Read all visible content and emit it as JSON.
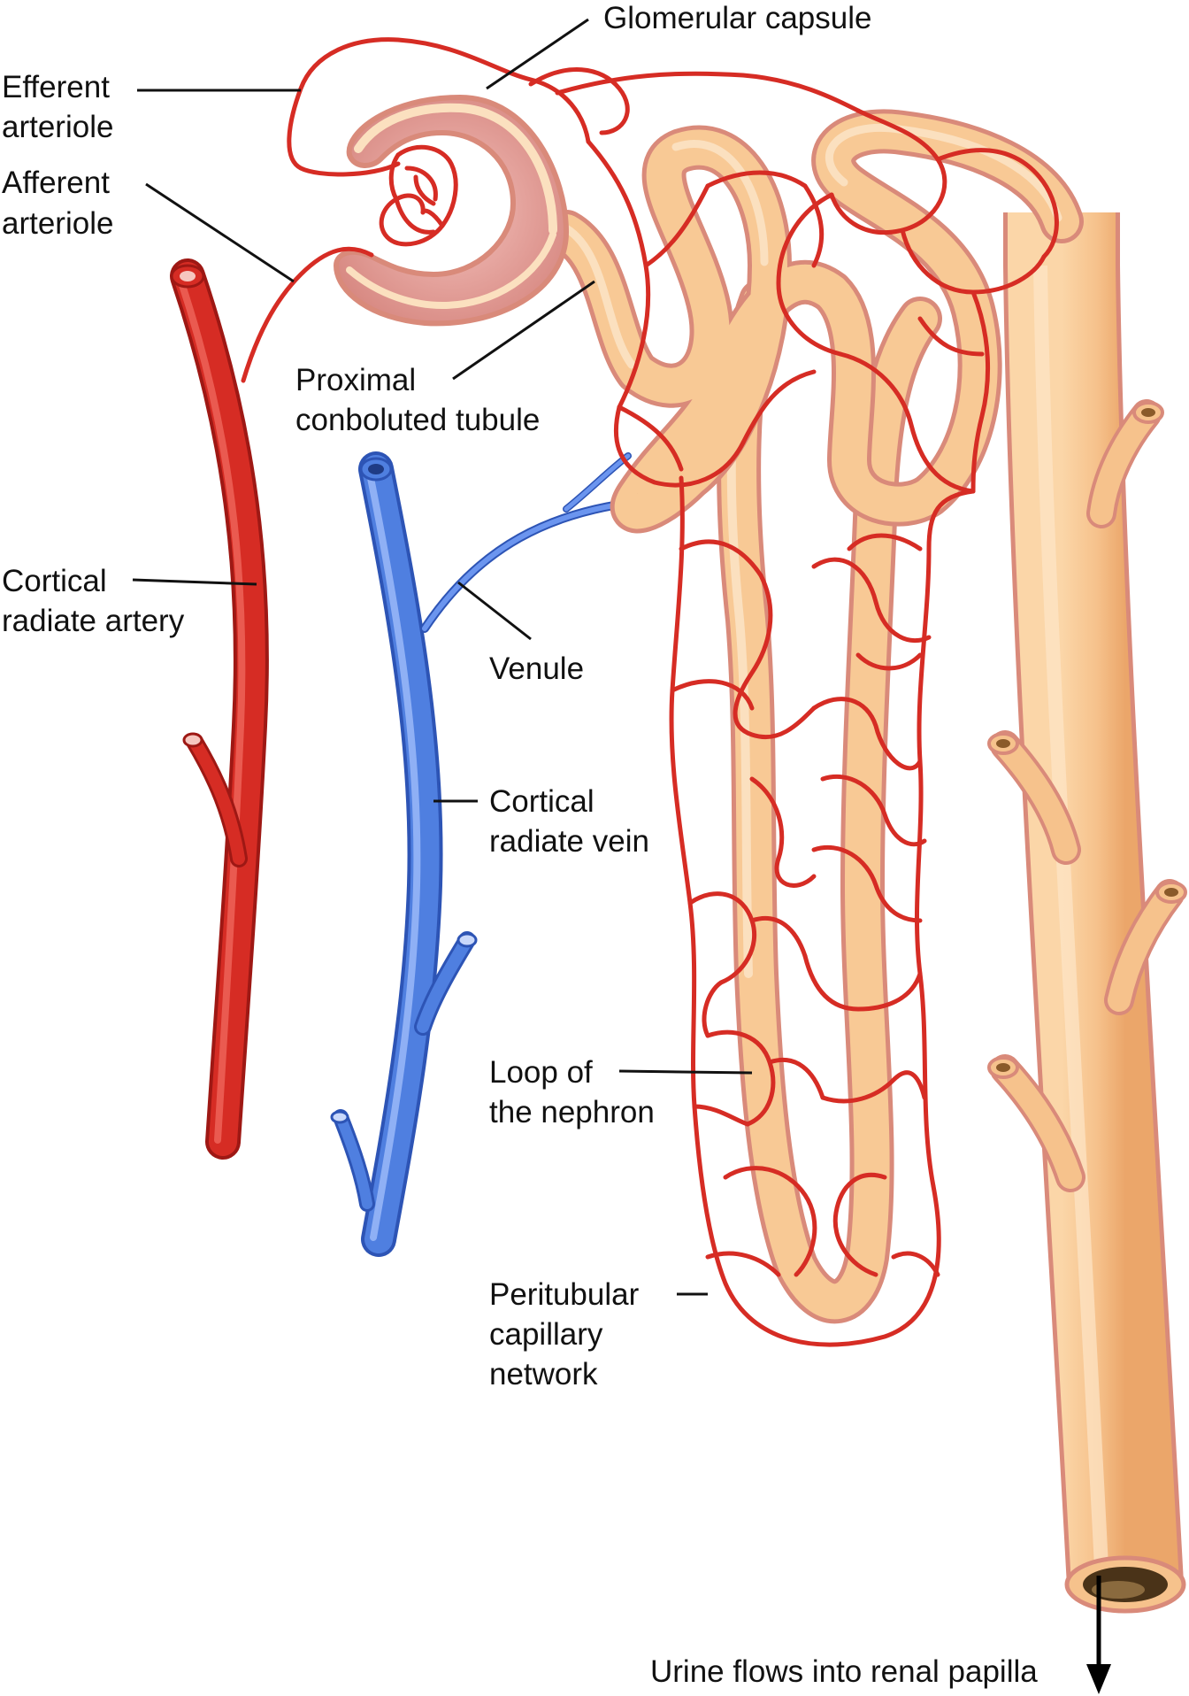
{
  "labels": {
    "glomerular_capsule": "Glomerular capsule",
    "efferent_arteriole": [
      "Efferent",
      "arteriole"
    ],
    "afferent_arteriole": [
      "Afferent",
      "arteriole"
    ],
    "proximal_tubule": [
      "Proximal",
      "conboluted tubule"
    ],
    "cortical_radiate_artery": [
      "Cortical",
      "radiate artery"
    ],
    "venule": "Venule",
    "cortical_radiate_vein": [
      "Cortical",
      "radiate vein"
    ],
    "loop_of_nephron": [
      "Loop of",
      "the nephron"
    ],
    "peritubular_network": [
      "Peritubular",
      "capillary",
      "network"
    ],
    "urine_flow": "Urine flows into renal papilla"
  },
  "colors": {
    "artery": "#d62c24",
    "artery_dark": "#b01d18",
    "vein": "#4f7fe0",
    "vein_dark": "#2f5bc4",
    "tubule": "#f8c995",
    "tubule_outline": "#d98a7a",
    "capsule": "#d98f8f",
    "text": "#111111"
  }
}
